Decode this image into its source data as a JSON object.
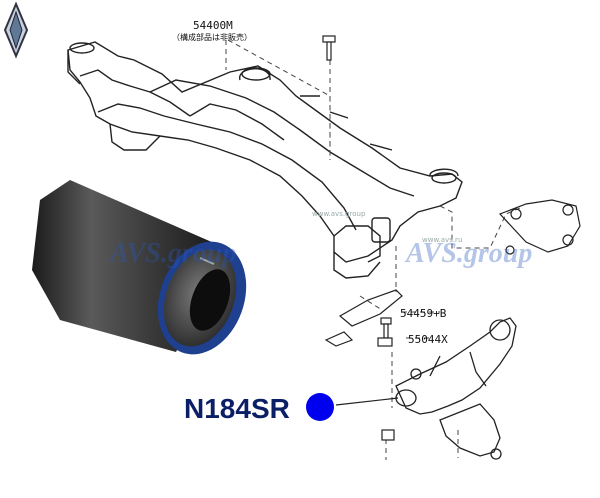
{
  "diagram": {
    "part_labels": {
      "crossmember_number": "54400M",
      "crossmember_note": "（構成部品は非販売）",
      "bracket_number": "54459+B",
      "arm_number": "55044X"
    },
    "callout": {
      "code": "N184SR",
      "marker_color": "#0000ee"
    },
    "watermarks": {
      "left": "AVS.group",
      "right": "AVS.group",
      "small_left": "www.avs.group",
      "small_right": "www.avs.ru"
    },
    "colors": {
      "accent": "#0a1f66",
      "bushing_rubber": "#3a3a3a",
      "bushing_blue": "#1f3f8f"
    }
  }
}
